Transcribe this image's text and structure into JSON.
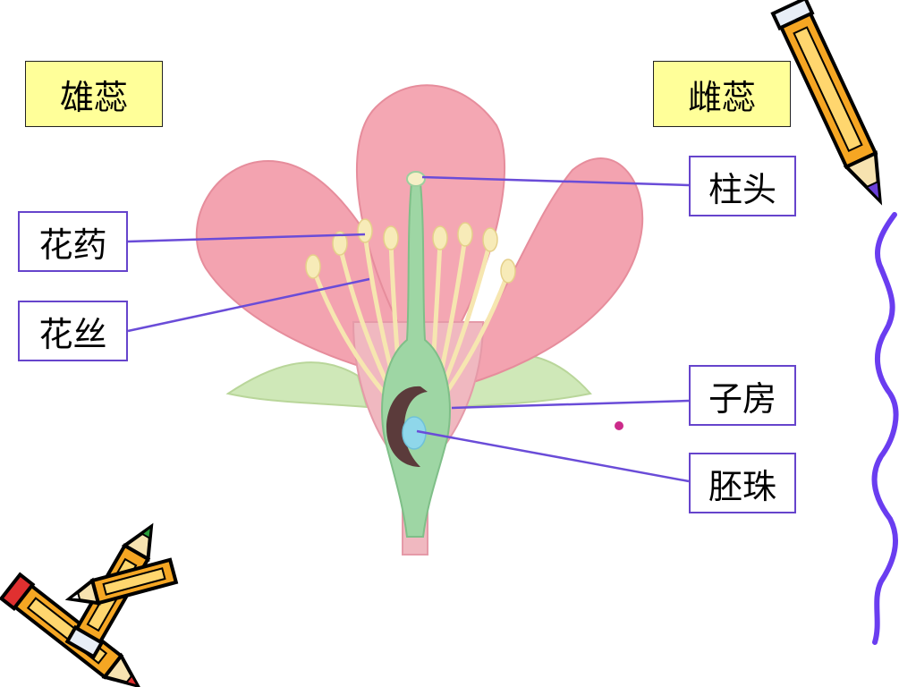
{
  "labels": {
    "stamen": "雄蕊",
    "pistil": "雌蕊",
    "stigma": "柱头",
    "anther": "花药",
    "filament": "花丝",
    "ovary": "子房",
    "ovule": "胚珠"
  },
  "colors": {
    "group_label_fill": "#ffff99",
    "part_label_border": "#6644cc",
    "leader_line": "#6a4cd8",
    "petal": "#f3a3b0",
    "pistil": "#9ed6a4",
    "ovule": "#8fd7ea",
    "filament": "#f6e6b0",
    "wavy_line": "#6a3df0"
  },
  "icons": [
    "pencil-icon",
    "crossed-pencils-icon",
    "wavy-border-line"
  ]
}
